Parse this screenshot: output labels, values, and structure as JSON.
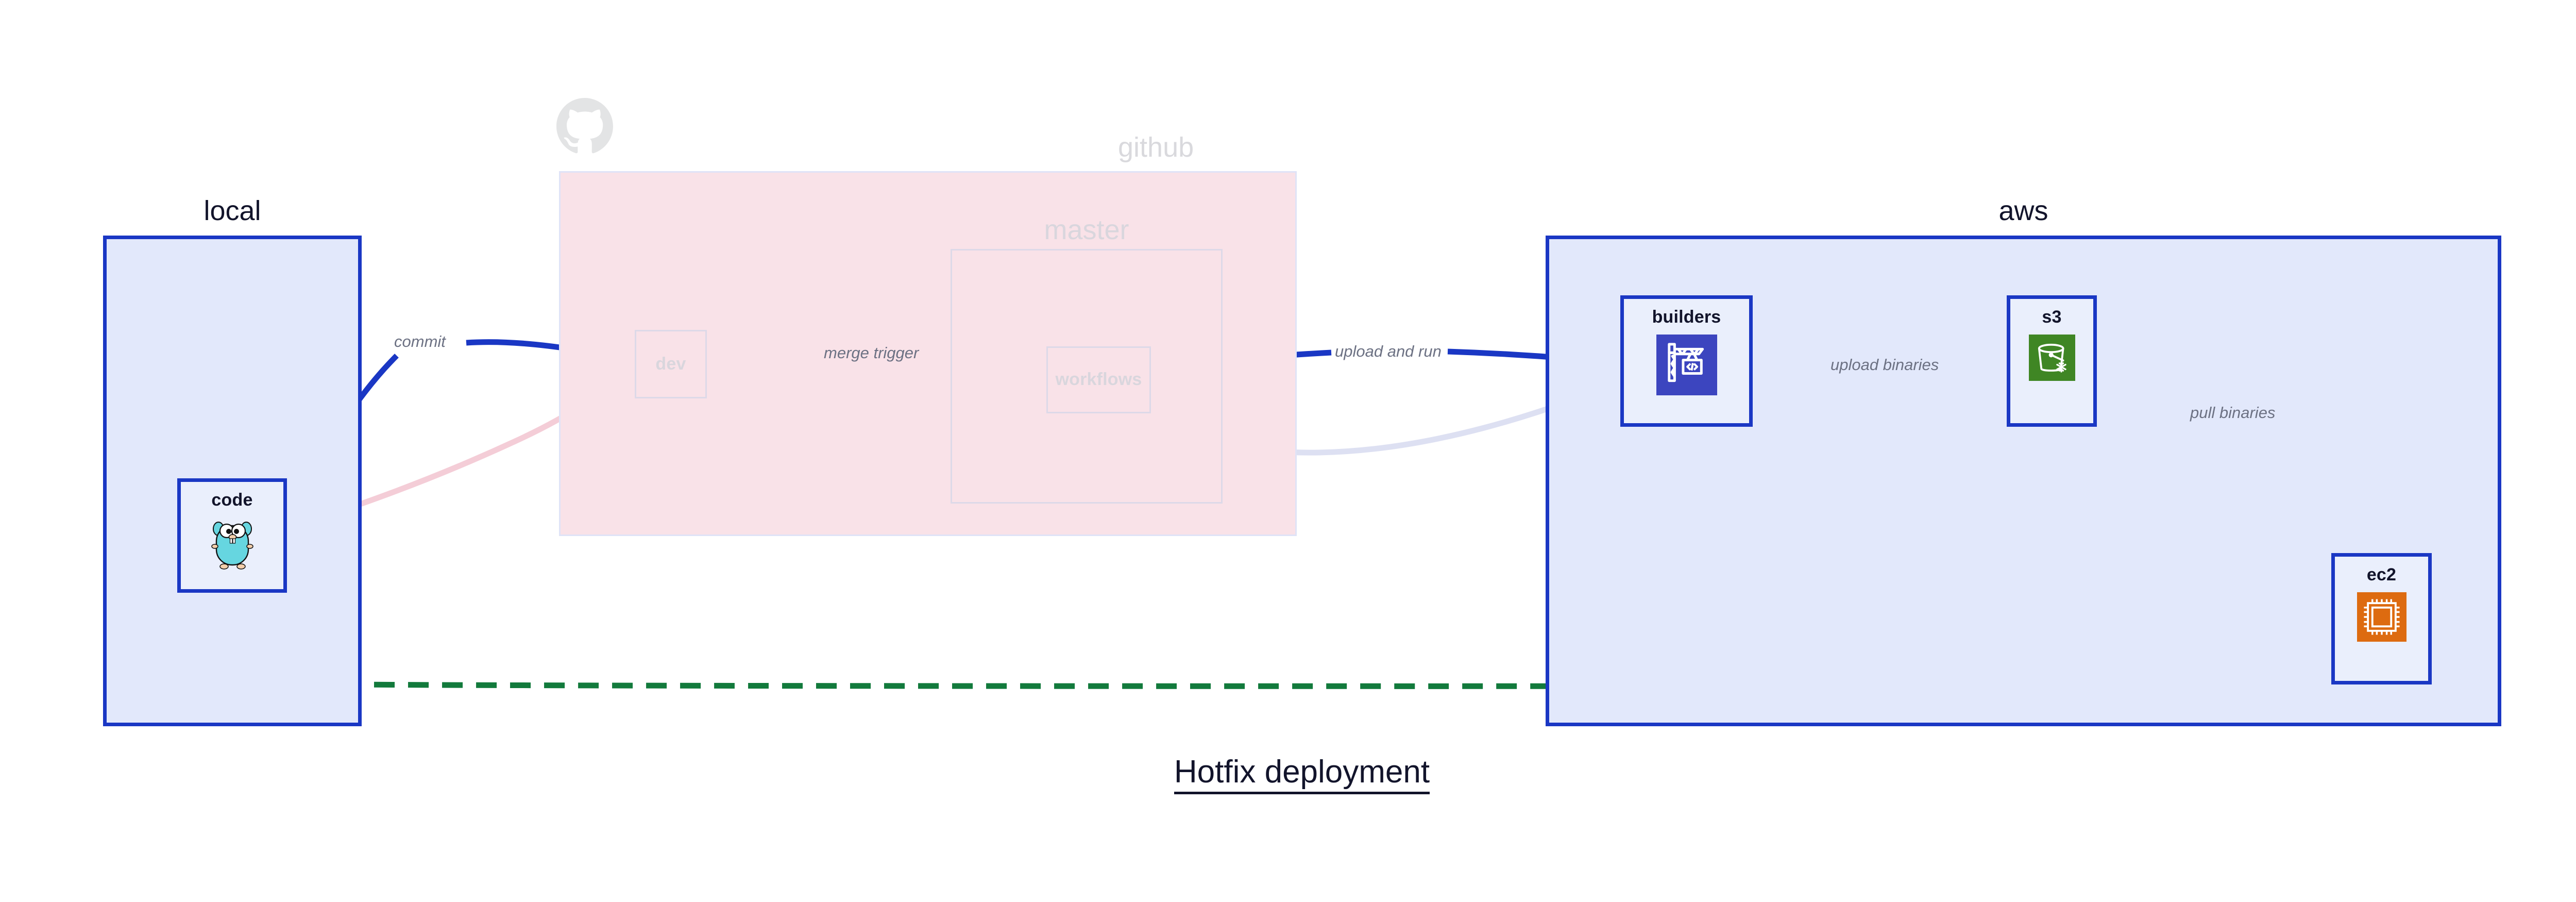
{
  "diagram": {
    "caption": "Hotfix deployment",
    "colors": {
      "accent_blue": "#1a37c4",
      "cluster_blue_fill": "#e2e8fb",
      "node_fill": "#eaeffc",
      "github_pink_fill": "#f9e2e8",
      "faded_border": "#ddd9e8",
      "faded_text": "#d9d6dd",
      "label_text": "#6c7183",
      "dashed_green": "#127a3c",
      "codebuild_purple": "#3c45bf",
      "s3_green": "#3f8624",
      "ec2_orange": "#dd6b10",
      "gopher_cyan": "#66d6e0"
    },
    "clusters": [
      {
        "id": "local",
        "label": "local",
        "state": "active"
      },
      {
        "id": "github",
        "label": "github",
        "state": "faded"
      },
      {
        "id": "master",
        "label": "master",
        "state": "faded"
      },
      {
        "id": "aws",
        "label": "aws",
        "state": "active"
      }
    ],
    "nodes": [
      {
        "id": "code",
        "label": "code",
        "icon": "go-gopher-icon",
        "state": "active",
        "cluster": "local"
      },
      {
        "id": "dev",
        "label": "dev",
        "icon": "none",
        "state": "faded",
        "cluster": "github"
      },
      {
        "id": "workflows",
        "label": "workflows",
        "icon": "none",
        "state": "faded",
        "cluster": "master"
      },
      {
        "id": "builders",
        "label": "builders",
        "icon": "aws-codebuild-icon",
        "state": "active",
        "cluster": "aws"
      },
      {
        "id": "s3",
        "label": "s3",
        "icon": "aws-s3-glacier-icon",
        "state": "active",
        "cluster": "aws"
      },
      {
        "id": "ec2",
        "label": "ec2",
        "icon": "aws-ec2-icon",
        "state": "active",
        "cluster": "aws"
      }
    ],
    "edges": [
      {
        "id": "commit",
        "from": "code",
        "to": "dev",
        "label": "commit",
        "style": "solid-blue"
      },
      {
        "id": "merge-trigger",
        "from": "dev",
        "to": "workflows",
        "label": "merge trigger",
        "style": "solid-blue"
      },
      {
        "id": "upload-and-run",
        "from": "workflows",
        "to": "builders",
        "label": "upload and run",
        "style": "solid-blue"
      },
      {
        "id": "upload-binaries",
        "from": "builders",
        "to": "s3",
        "label": "upload binaries",
        "style": "solid-blue"
      },
      {
        "id": "pull-binaries",
        "from": "s3",
        "to": "ec2",
        "label": "pull binaries",
        "style": "solid-blue"
      },
      {
        "id": "hotfix-direct",
        "from": "code",
        "to": "ec2",
        "label": "",
        "style": "dashed-green"
      },
      {
        "id": "faded-code-dev",
        "from": "code",
        "to": "dev",
        "label": "",
        "style": "faded-pink"
      },
      {
        "id": "faded-dev-workflows",
        "from": "dev",
        "to": "workflows",
        "label": "",
        "style": "faded-violet"
      },
      {
        "id": "faded-workflows-build",
        "from": "workflows",
        "to": "builders",
        "label": "",
        "style": "faded-violet"
      }
    ]
  }
}
